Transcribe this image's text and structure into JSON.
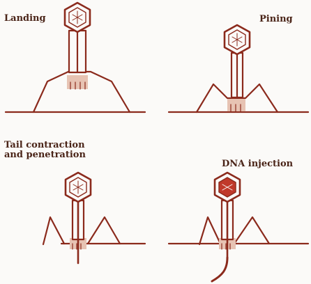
{
  "stages": [
    {
      "id": "landing",
      "label": "Landing"
    },
    {
      "id": "pining",
      "label": "Pining"
    },
    {
      "id": "tail",
      "label_lines": [
        "Tail contraction",
        "and penetration"
      ]
    },
    {
      "id": "dna",
      "label": "DNA injection"
    }
  ],
  "colors": {
    "outline": "#8b2a1c",
    "label": "#4a2418",
    "baseplate": "#e7c3b3",
    "dna_fill": "#c0392b",
    "background": "#fbfaf8"
  }
}
